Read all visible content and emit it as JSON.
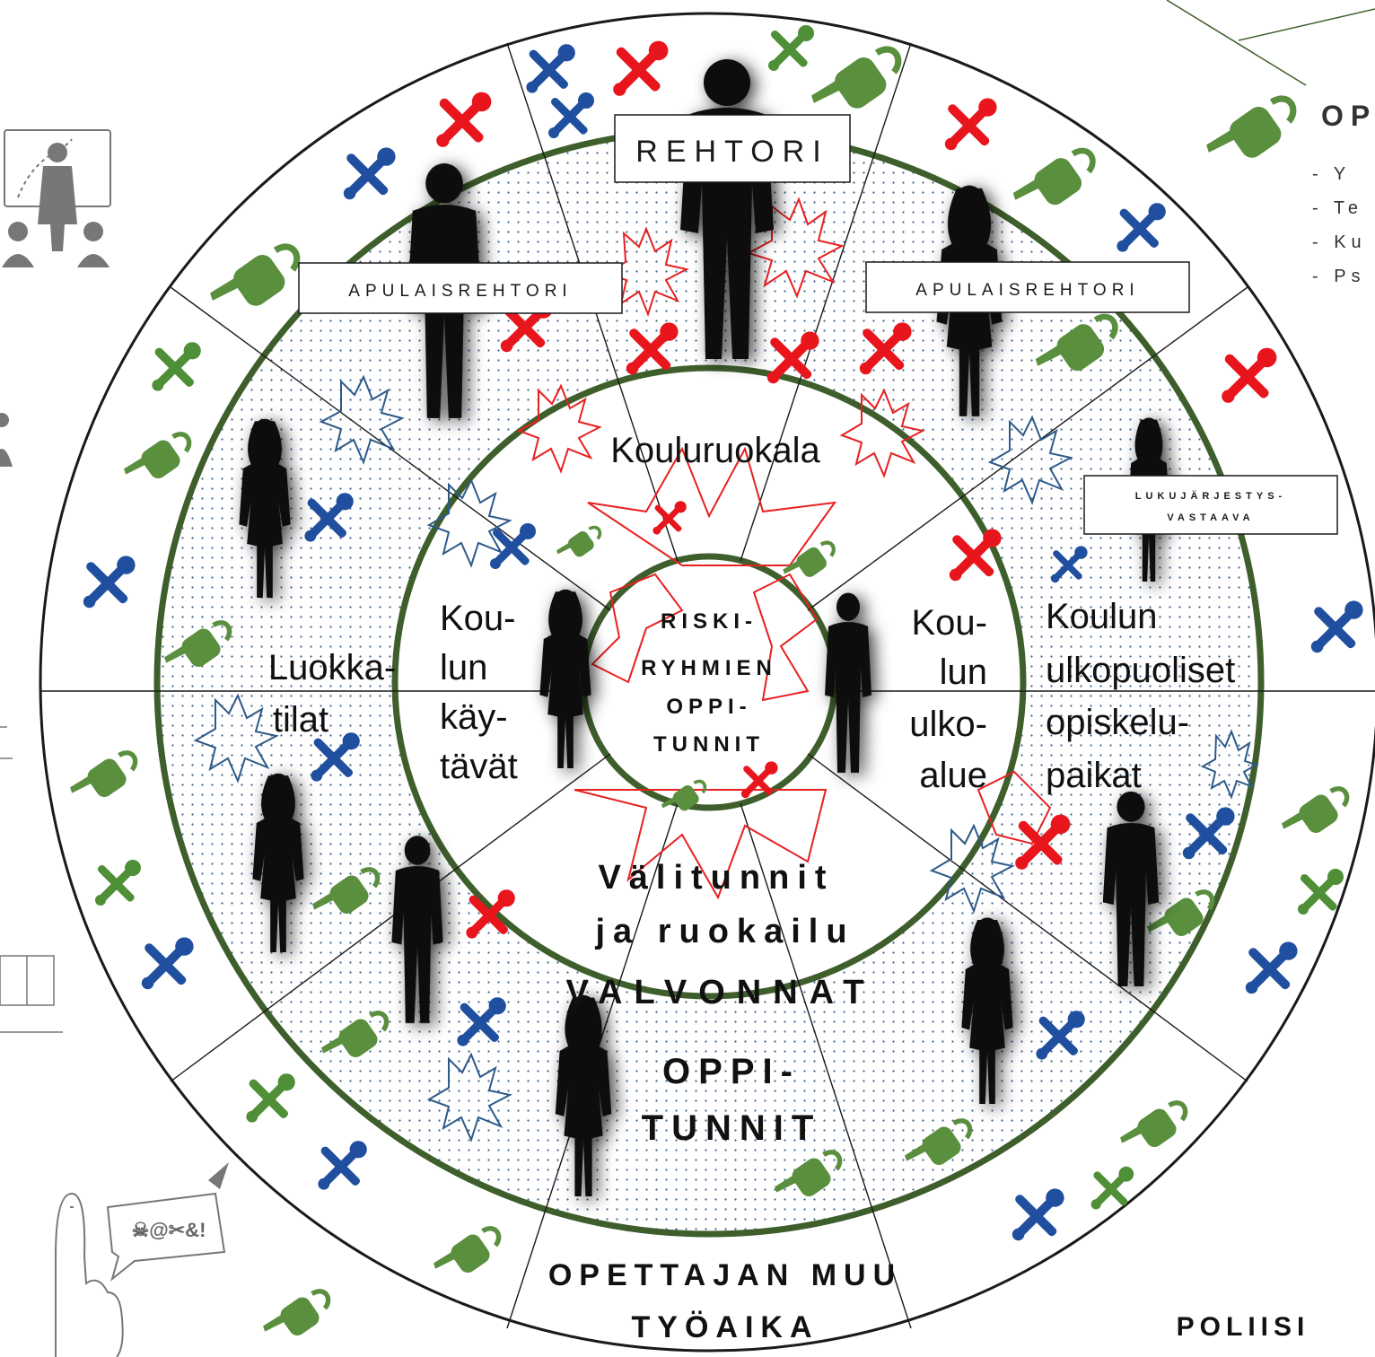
{
  "roles": {
    "principal": "REHTORI",
    "vice_principal_left": "APULAISREHTORI",
    "vice_principal_right": "APULAISREHTORI",
    "timetable_lines": [
      "LUKUJÄRJESTYS-",
      "VASTAAVA"
    ]
  },
  "zones": {
    "canteen": "Kouluruokala",
    "classrooms": [
      "Luokka-",
      "tilat"
    ],
    "corridors": [
      "Kou-",
      "lun",
      "käy-",
      "tävät"
    ],
    "outdoor": [
      "Kou-",
      "lun",
      "ulko-",
      "alue"
    ],
    "offsite": [
      "Koulun",
      "ulkopuoliset",
      "opiskelu-",
      "paikat"
    ]
  },
  "center": [
    "RISKI-",
    "RYHMIEN",
    "OPPI-",
    "TUNNIT"
  ],
  "rings": {
    "breaks": [
      "Välitunnit",
      "ja ruokailu"
    ],
    "supervision": "VALVONNAT",
    "lessons": [
      "OPPI-",
      "TUNNIT"
    ],
    "other_work": [
      "OPETTAJAN MUU",
      "TYÖAIKA"
    ]
  },
  "outside": {
    "police": "POLIISI",
    "side_heading": "OP",
    "side_list": [
      "- Y",
      "- Te",
      "- Ku",
      "- Ps"
    ]
  },
  "speech_symbols": "☠@✂&!",
  "colors": {
    "ring_green": "#3e5e2c",
    "tool_red": "#e8151d",
    "tool_blue": "#1f4f9e",
    "tool_green": "#4e8f37",
    "can_green": "#5a8f3e",
    "burst_red": "#e82020",
    "burst_blue": "#2e5a8a"
  },
  "icons": [
    "tool-icon",
    "watering-can-icon",
    "person-silhouette-icon",
    "burst-icon",
    "teacher-icon",
    "hand-icon"
  ]
}
